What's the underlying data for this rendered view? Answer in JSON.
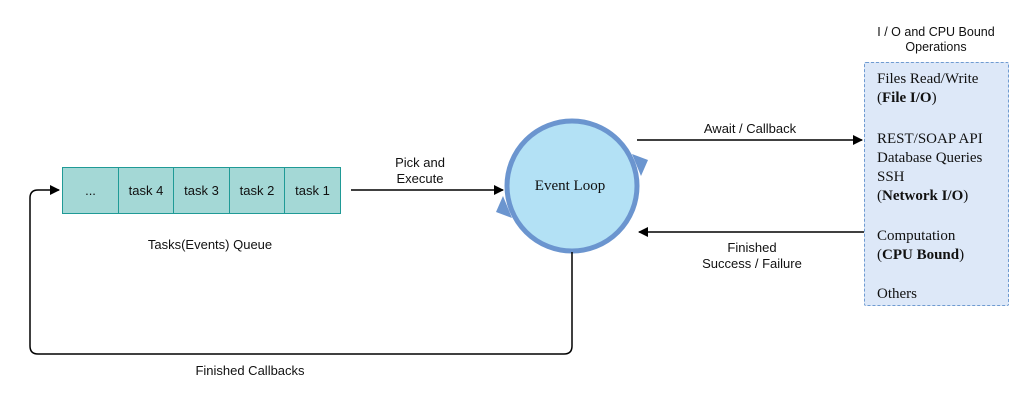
{
  "queue": {
    "cells": [
      "...",
      "task 4",
      "task 3",
      "task 2",
      "task 1"
    ],
    "label": "Tasks(Events) Queue"
  },
  "event_loop": {
    "label": "Event Loop"
  },
  "edges": {
    "pick_execute": [
      "Pick and",
      "Execute"
    ],
    "await_callback": "Await / Callback",
    "finished": [
      "Finished",
      "Success / Failure"
    ],
    "finished_callbacks": "Finished Callbacks"
  },
  "operations": {
    "title": [
      "I / O and CPU Bound",
      "Operations"
    ],
    "files_line1": "Files Read/Write",
    "files_line2": "File I/O",
    "network_line1": "REST/SOAP API",
    "network_line2": "Database Queries",
    "network_line3": "SSH",
    "network_line4": "Network I/O",
    "cpu_line1": "Computation",
    "cpu_line2": "CPU Bound",
    "others": "Others"
  },
  "colors": {
    "queue_fill": "#a4d8d6",
    "queue_stroke": "#1f9a96",
    "loop_fill": "#b3e1f5",
    "loop_stroke": "#6b95cf",
    "ops_fill": "#dde8f8",
    "ops_stroke": "#6f9bd1"
  }
}
